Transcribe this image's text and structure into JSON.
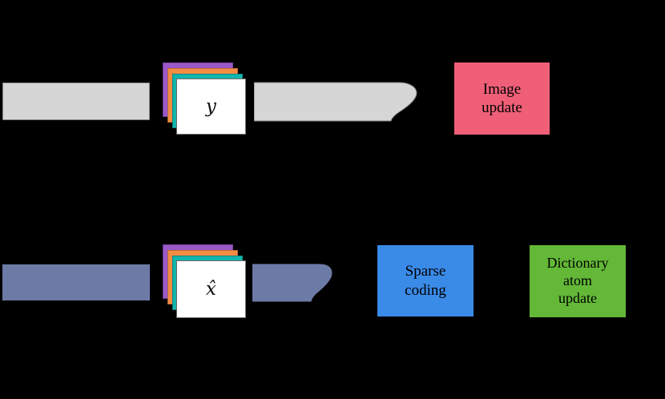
{
  "figure": {
    "background_color": "#000000",
    "type": "pipeline-diagram"
  },
  "palette": {
    "gray_bar": "#d6d6d6",
    "gray_bar_border": "#808080",
    "slate_bar": "#6c7aa6",
    "card_purple": "#9a58c8",
    "card_orange": "#f58c44",
    "card_teal": "#12b5ad",
    "card_front": "#ffffff",
    "image_update_pink": "#ef5f77",
    "sparse_coding_blue": "#3a8ae8",
    "dictionary_green": "#63b838",
    "text_dark": "#000000"
  },
  "rows": {
    "top": {
      "name": "image-pipeline-row",
      "left_bar": {
        "label": "",
        "fill": "#d6d6d6"
      },
      "card_stack": {
        "front_label": "y",
        "sheet_colors": [
          "#9a58c8",
          "#f58c44",
          "#12b5ad"
        ],
        "sheet_count": 4
      },
      "arrow_bar": {
        "label": "",
        "fill": "#d6d6d6"
      },
      "process_box": {
        "lines": [
          "Image",
          "update"
        ],
        "fill": "#ef5f77"
      }
    },
    "bottom": {
      "name": "sparse-pipeline-row",
      "left_bar": {
        "label": "",
        "fill": "#6c7aa6"
      },
      "card_stack": {
        "front_label": "x̂",
        "sheet_colors": [
          "#9a58c8",
          "#f58c44",
          "#12b5ad"
        ],
        "sheet_count": 4
      },
      "arrow_bar": {
        "label": "",
        "fill": "#6c7aa6"
      },
      "process_box_1": {
        "lines": [
          "Sparse",
          "coding"
        ],
        "fill": "#3a8ae8"
      },
      "process_box_2": {
        "lines": [
          "Dictionary",
          "atom",
          "update"
        ],
        "fill": "#63b838"
      }
    }
  },
  "labels": {
    "image_update_line1": "Image",
    "image_update_line2": "update",
    "sparse_coding_line1": "Sparse",
    "sparse_coding_line2": "coding",
    "dictionary_line1": "Dictionary",
    "dictionary_line2": "atom",
    "dictionary_line3": "update",
    "y_symbol": "y",
    "xhat_symbol": "x̂"
  }
}
